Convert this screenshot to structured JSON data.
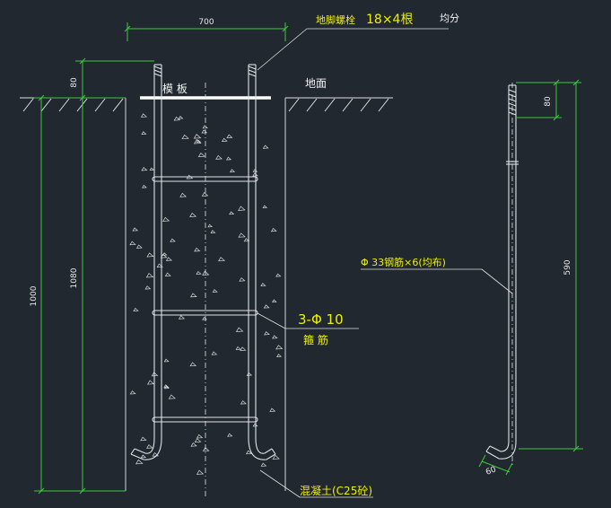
{
  "dimensions": {
    "top_width": "700",
    "protrusion_left": "80",
    "protrusion_right": "80",
    "total_depth": "1080",
    "embed_depth": "1000",
    "bolt_length": "590",
    "hook_length": "60"
  },
  "labels": {
    "anchor_bolt": "地脚螺栓",
    "anchor_bolt_spec": "18×4根",
    "evenly": "均分",
    "template_plate": "模 板",
    "ground": "地面",
    "stirrup_spec": "3-Φ 10",
    "stirrup_name": "箍 筋",
    "concrete": "混凝土(C25砼)",
    "rebar": "Φ 33钢筋×6(均布)"
  },
  "colors": {
    "background": "#212830",
    "dimension": "#3ec83e",
    "annotation": "#f0f000",
    "line": "#e0e0e0"
  }
}
